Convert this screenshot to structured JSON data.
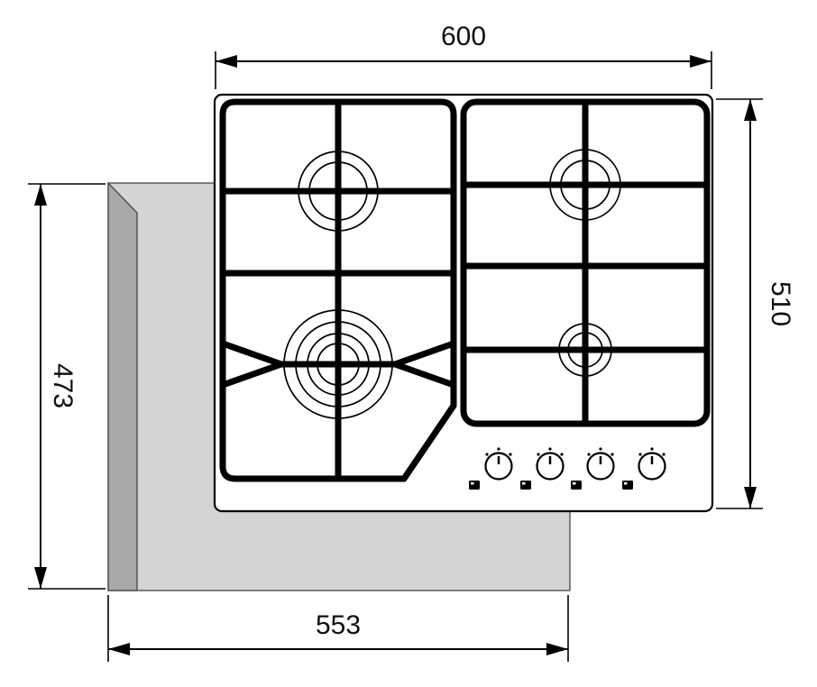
{
  "diagram": {
    "type": "dimension-drawing",
    "subject": "4-burner gas hob top view with worktop cutout dimensions",
    "dimensions": {
      "top_width": "600",
      "right_depth": "510",
      "left_cutout_depth": "473",
      "bottom_cutout_width": "553"
    },
    "colors": {
      "line": "#000000",
      "cutout_fill": "#d4d4d4",
      "cutout_edge_fill": "#a9a9a9",
      "hob_fill": "#ffffff",
      "background": "#ffffff"
    }
  }
}
